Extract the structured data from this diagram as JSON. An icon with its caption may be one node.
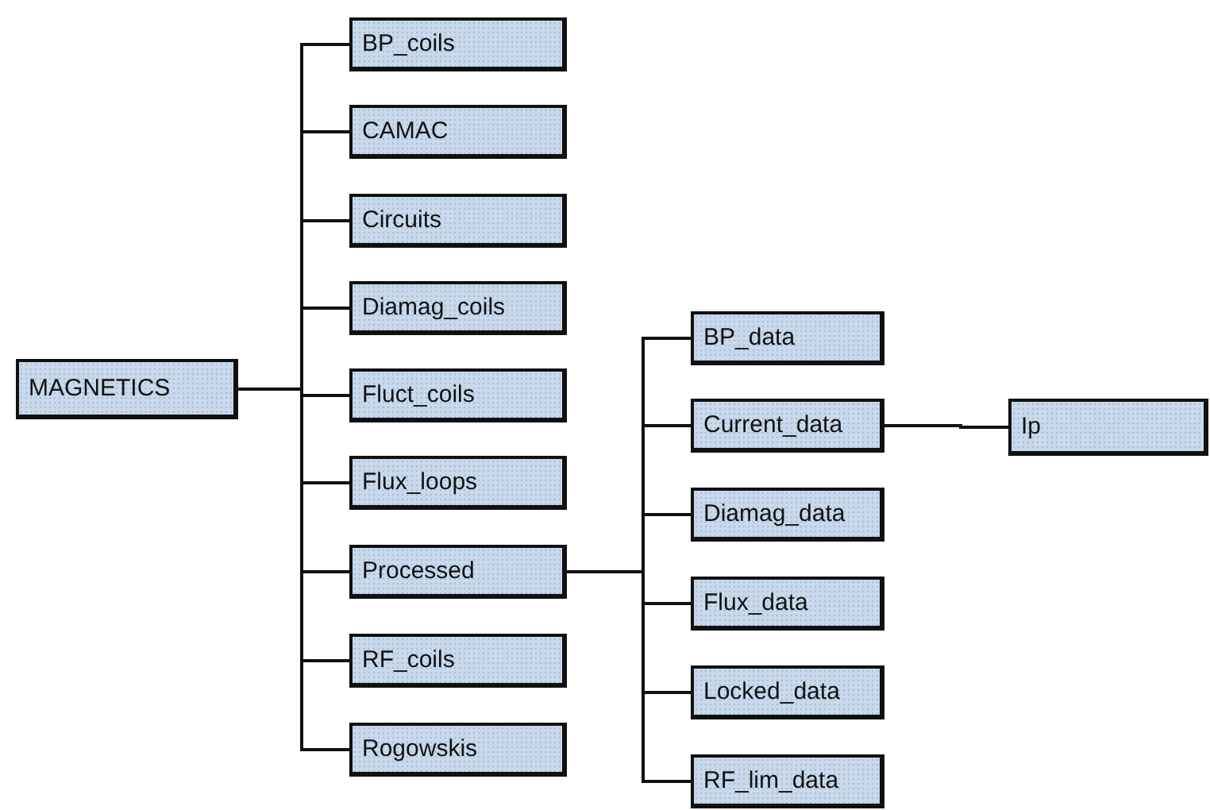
{
  "diagram": {
    "nodes": [
      {
        "text": [
          "MAGNETICS"
        ]
      },
      {
        "text": [
          "BP_coils"
        ]
      },
      {
        "text": [
          "CAMAC"
        ]
      },
      {
        "text": [
          "Circuits"
        ]
      },
      {
        "text": [
          "Diamag_coils"
        ]
      },
      {
        "text": [
          "Fluct_coils"
        ]
      },
      {
        "text": [
          "Flux_loops"
        ]
      },
      {
        "text": [
          "Processed"
        ]
      },
      {
        "text": [
          "RF_coils"
        ]
      },
      {
        "text": [
          "Rogowskis"
        ]
      },
      {
        "text": [
          "BP_data"
        ]
      },
      {
        "text": [
          "Current_data"
        ]
      },
      {
        "text": [
          "Diamag_data"
        ]
      },
      {
        "text": [
          "Flux_data"
        ]
      },
      {
        "text": [
          "Locked_data"
        ]
      },
      {
        "text": [
          "RF_lim_data"
        ]
      },
      {
        "text": [
          "Ip"
        ]
      }
    ],
    "edges": [
      {
        "from": 0,
        "to": 1,
        "arrow": "none"
      },
      {
        "from": 0,
        "to": 2,
        "arrow": "none"
      },
      {
        "from": 0,
        "to": 3,
        "arrow": "none"
      },
      {
        "from": 0,
        "to": 4,
        "arrow": "none"
      },
      {
        "from": 0,
        "to": 5,
        "arrow": "none"
      },
      {
        "from": 0,
        "to": 6,
        "arrow": "none"
      },
      {
        "from": 0,
        "to": 7,
        "arrow": "none"
      },
      {
        "from": 0,
        "to": 8,
        "arrow": "none"
      },
      {
        "from": 0,
        "to": 9,
        "arrow": "none"
      },
      {
        "from": 7,
        "to": 10,
        "arrow": "none"
      },
      {
        "from": 7,
        "to": 11,
        "arrow": "none"
      },
      {
        "from": 7,
        "to": 12,
        "arrow": "none"
      },
      {
        "from": 7,
        "to": 13,
        "arrow": "none"
      },
      {
        "from": 7,
        "to": 14,
        "arrow": "none"
      },
      {
        "from": 7,
        "to": 15,
        "arrow": "none"
      },
      {
        "from": 11,
        "to": 16,
        "arrow": "none"
      }
    ]
  }
}
